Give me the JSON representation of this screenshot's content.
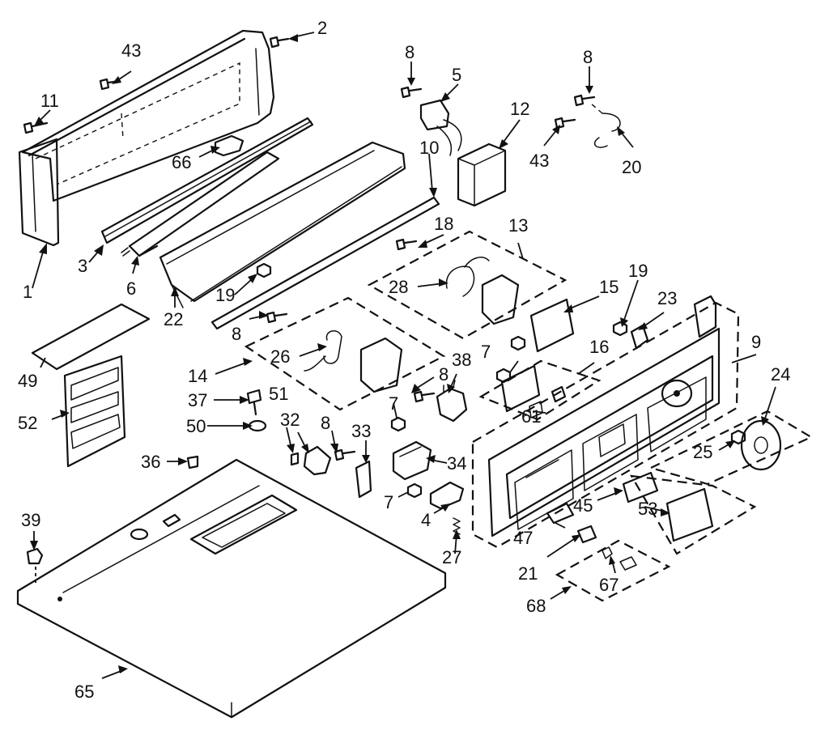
{
  "callouts": [
    {
      "id": "c1",
      "text": "1"
    },
    {
      "id": "c2",
      "text": "2"
    },
    {
      "id": "c3",
      "text": "3"
    },
    {
      "id": "c4",
      "text": "4"
    },
    {
      "id": "c5",
      "text": "5"
    },
    {
      "id": "c6",
      "text": "6"
    },
    {
      "id": "c7a",
      "text": "7"
    },
    {
      "id": "c7b",
      "text": "7"
    },
    {
      "id": "c7c",
      "text": "7"
    },
    {
      "id": "c8a",
      "text": "8"
    },
    {
      "id": "c8b",
      "text": "8"
    },
    {
      "id": "c8c",
      "text": "8"
    },
    {
      "id": "c8d",
      "text": "8"
    },
    {
      "id": "c8e",
      "text": "8"
    },
    {
      "id": "c9",
      "text": "9"
    },
    {
      "id": "c10",
      "text": "10"
    },
    {
      "id": "c11",
      "text": "11"
    },
    {
      "id": "c12",
      "text": "12"
    },
    {
      "id": "c13",
      "text": "13"
    },
    {
      "id": "c14",
      "text": "14"
    },
    {
      "id": "c15",
      "text": "15"
    },
    {
      "id": "c16",
      "text": "16"
    },
    {
      "id": "c18",
      "text": "18"
    },
    {
      "id": "c19a",
      "text": "19"
    },
    {
      "id": "c19b",
      "text": "19"
    },
    {
      "id": "c20",
      "text": "20"
    },
    {
      "id": "c21",
      "text": "21"
    },
    {
      "id": "c22",
      "text": "22"
    },
    {
      "id": "c23",
      "text": "23"
    },
    {
      "id": "c24",
      "text": "24"
    },
    {
      "id": "c25",
      "text": "25"
    },
    {
      "id": "c26",
      "text": "26"
    },
    {
      "id": "c27",
      "text": "27"
    },
    {
      "id": "c28",
      "text": "28"
    },
    {
      "id": "c32",
      "text": "32"
    },
    {
      "id": "c33",
      "text": "33"
    },
    {
      "id": "c34",
      "text": "34"
    },
    {
      "id": "c36",
      "text": "36"
    },
    {
      "id": "c37",
      "text": "37"
    },
    {
      "id": "c38",
      "text": "38"
    },
    {
      "id": "c39",
      "text": "39"
    },
    {
      "id": "c43a",
      "text": "43"
    },
    {
      "id": "c43b",
      "text": "43"
    },
    {
      "id": "c45",
      "text": "45"
    },
    {
      "id": "c47",
      "text": "47"
    },
    {
      "id": "c49",
      "text": "49"
    },
    {
      "id": "c50",
      "text": "50"
    },
    {
      "id": "c51",
      "text": "51"
    },
    {
      "id": "c52",
      "text": "52"
    },
    {
      "id": "c53",
      "text": "53"
    },
    {
      "id": "c61",
      "text": "61"
    },
    {
      "id": "c65",
      "text": "65"
    },
    {
      "id": "c66",
      "text": "66"
    },
    {
      "id": "c67",
      "text": "67"
    },
    {
      "id": "c68",
      "text": "68"
    }
  ]
}
